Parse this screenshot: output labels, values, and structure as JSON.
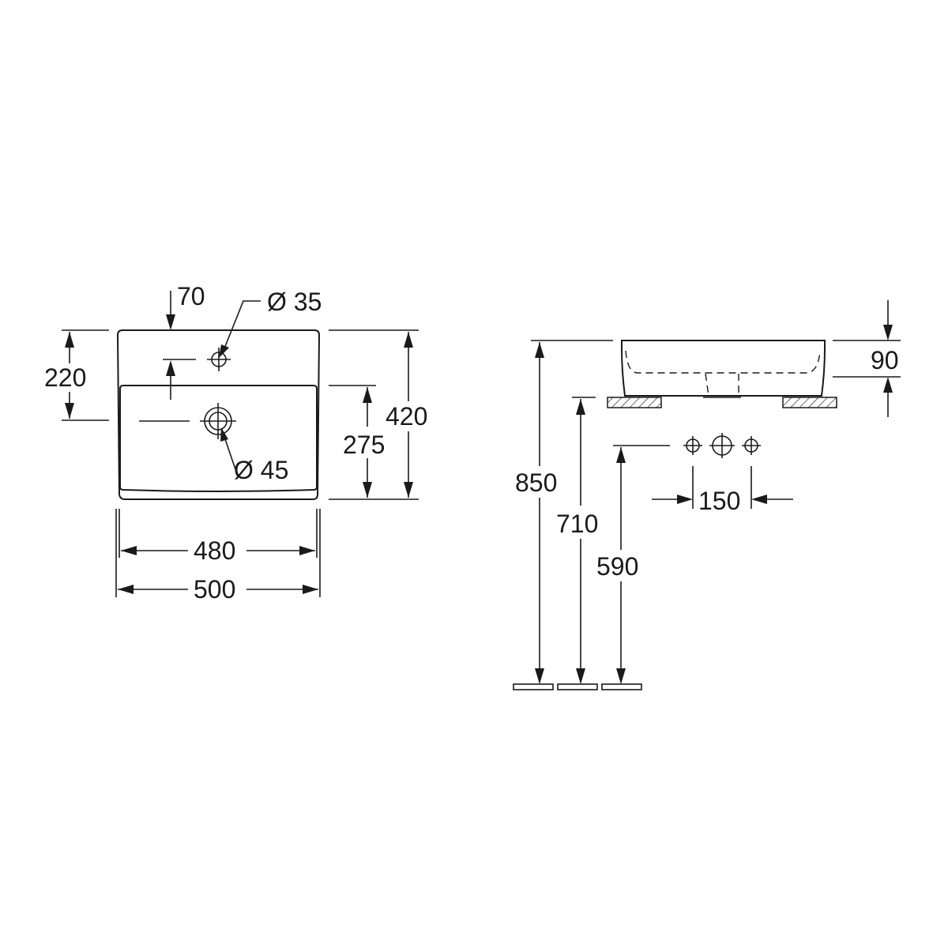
{
  "colors": {
    "line": "#1a1a1a",
    "background": "#ffffff"
  },
  "plan_view": {
    "tap_hole_offset": "70",
    "tap_hole_diameter": "Ø 35",
    "drain_diameter": "Ø 45",
    "tap_hole_depth": "220",
    "bowl_depth": "275",
    "overall_depth": "420",
    "bowl_width": "480",
    "overall_width": "500"
  },
  "side_view": {
    "basin_height": "90",
    "top_height": "850",
    "counter_height": "710",
    "outlet_height": "590",
    "fitting_spacing": "150"
  }
}
